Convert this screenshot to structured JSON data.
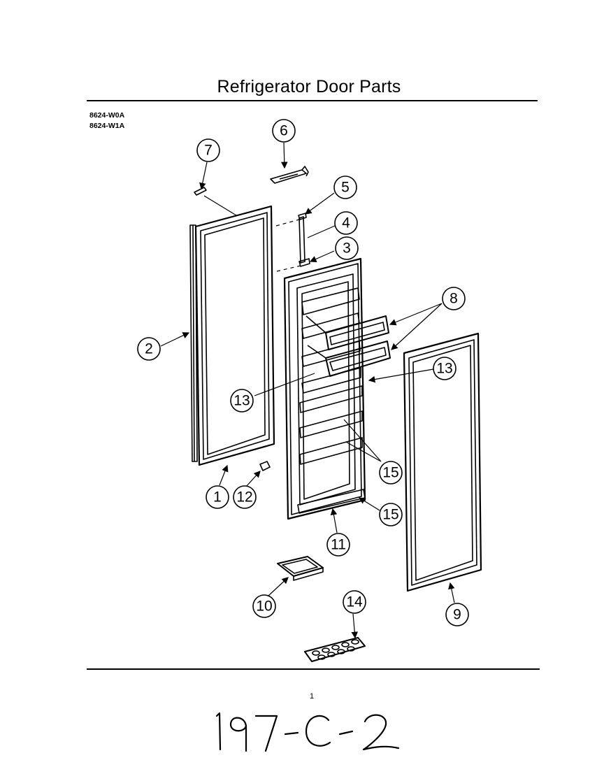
{
  "title": "Refrigerator Door Parts",
  "models": [
    "8624-W0A",
    "8624-W1A"
  ],
  "page_number": "1",
  "handwritten_code": "197-C-2",
  "callouts": [
    {
      "id": "c1",
      "label": "1"
    },
    {
      "id": "c2",
      "label": "2"
    },
    {
      "id": "c3",
      "label": "3"
    },
    {
      "id": "c4",
      "label": "4"
    },
    {
      "id": "c5",
      "label": "5"
    },
    {
      "id": "c6",
      "label": "6"
    },
    {
      "id": "c7",
      "label": "7"
    },
    {
      "id": "c8",
      "label": "8"
    },
    {
      "id": "c9",
      "label": "9"
    },
    {
      "id": "c10",
      "label": "10"
    },
    {
      "id": "c11",
      "label": "11"
    },
    {
      "id": "c12",
      "label": "12"
    },
    {
      "id": "c13a",
      "label": "13"
    },
    {
      "id": "c13b",
      "label": "13"
    },
    {
      "id": "c14",
      "label": "14"
    },
    {
      "id": "c15a",
      "label": "15"
    },
    {
      "id": "c15b",
      "label": "15"
    }
  ]
}
